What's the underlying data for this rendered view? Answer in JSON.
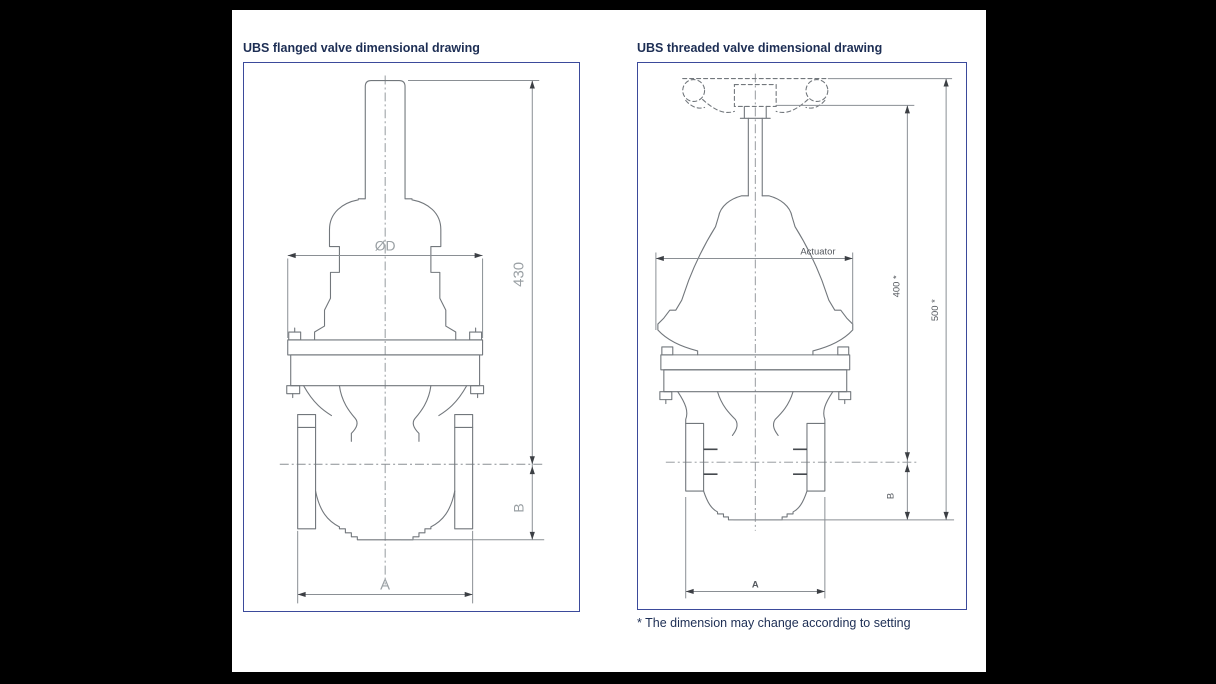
{
  "page": {
    "background": "#000000",
    "panel_background": "#ffffff",
    "box_border_color": "#3b4a9b",
    "title_color": "#1d2e54",
    "line_color": "#72777c",
    "dim_text_light": "#9aa0a4",
    "dim_text_dark": "#55595f"
  },
  "left_drawing": {
    "title": "UBS flanged valve dimensional drawing",
    "labels": {
      "diameter": "ØD",
      "total_height": "430",
      "center_to_bottom": "B",
      "face_to_face": "A"
    }
  },
  "right_drawing": {
    "title": "UBS threaded valve dimensional drawing",
    "labels": {
      "actuator": "Actuator",
      "hub_height": "400 *",
      "overall_height": "500 *",
      "center_to_bottom": "B",
      "end_to_end": "A"
    }
  },
  "footnote": "* The dimension may change according to setting"
}
